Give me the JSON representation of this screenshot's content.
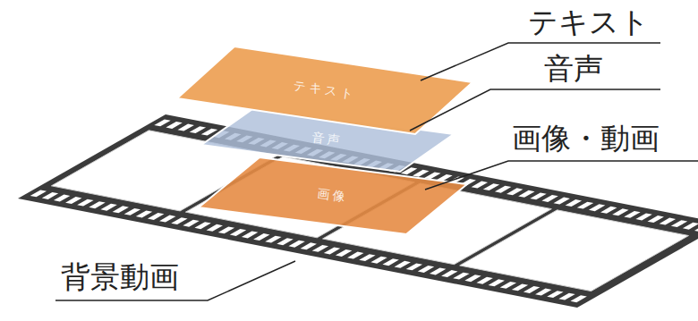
{
  "diagram": {
    "nodes": [
      {
        "text": [
          "テキスト"
        ]
      },
      {
        "text": [
          "音声"
        ]
      },
      {
        "text": [
          "画像"
        ]
      }
    ],
    "labels": [
      "テキスト",
      "音声",
      "画像・動画",
      "背景動画"
    ]
  }
}
